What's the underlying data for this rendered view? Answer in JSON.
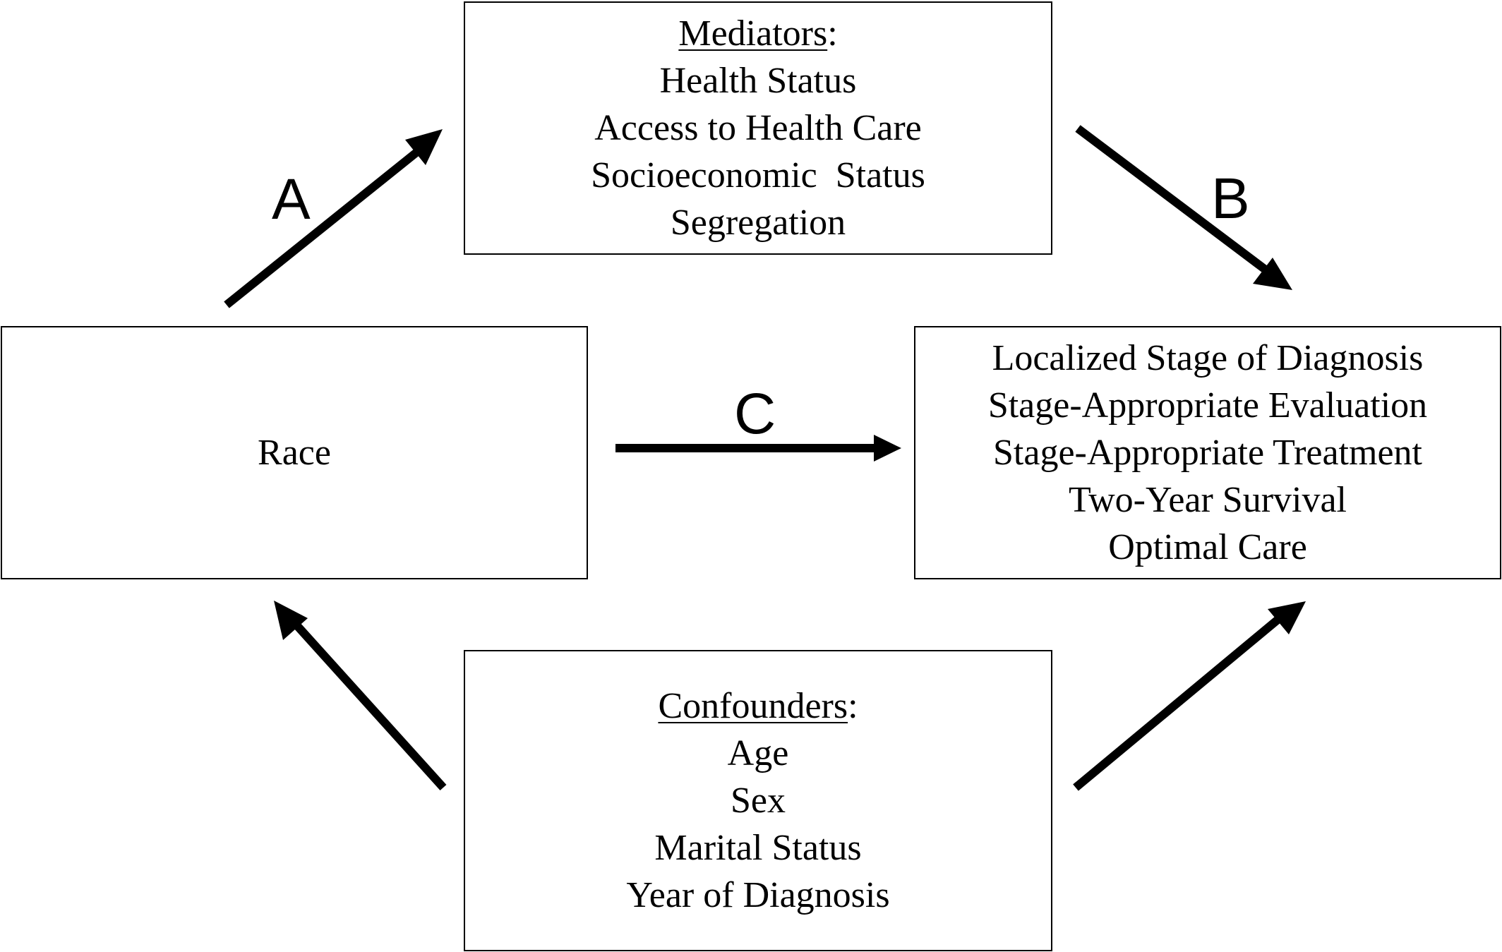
{
  "mediators": {
    "heading": "Mediators",
    "colon": ":",
    "items": [
      "Health Status",
      "Access to Health Care",
      "Socioeconomic  Status",
      "Segregation"
    ]
  },
  "race": {
    "label": "Race"
  },
  "outcomes": {
    "items": [
      "Localized Stage of Diagnosis",
      "Stage-Appropriate Evaluation",
      "Stage-Appropriate Treatment",
      "Two-Year Survival",
      "Optimal Care"
    ]
  },
  "confounders": {
    "heading": "Confounders",
    "colon": ":",
    "items": [
      "Age",
      "Sex",
      "Marital Status",
      "Year of Diagnosis"
    ]
  },
  "paths": {
    "a": "A",
    "b": "B",
    "c": "C"
  },
  "colors": {
    "stroke": "#000000",
    "background": "#ffffff"
  }
}
